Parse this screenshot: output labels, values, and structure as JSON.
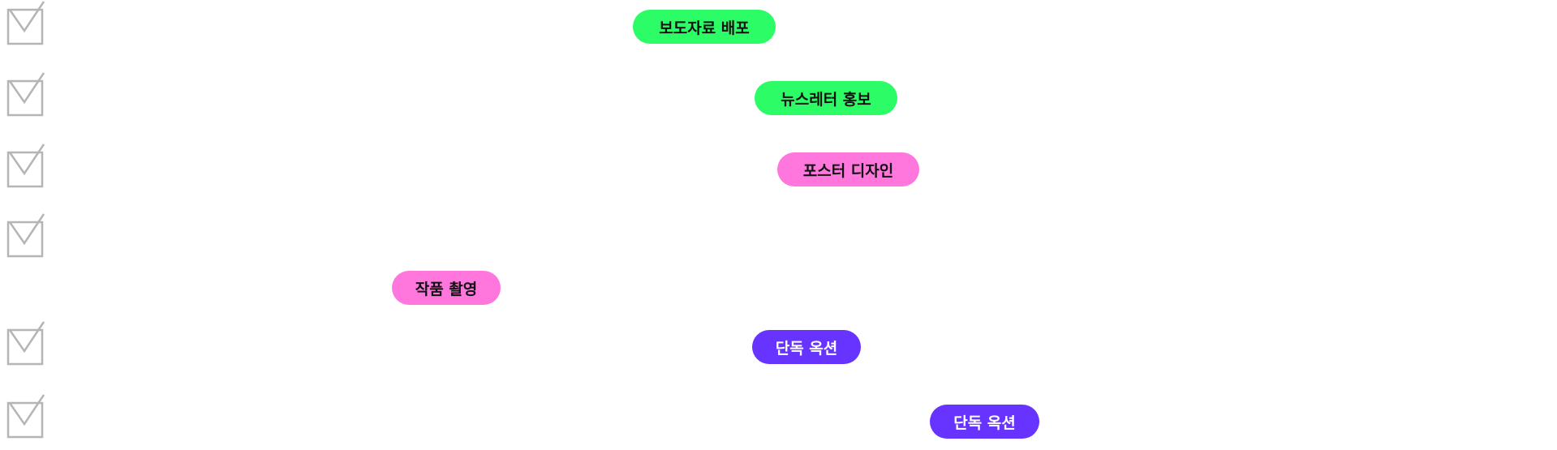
{
  "rows": [
    {
      "checked": true,
      "pill": {
        "label": "보도자료 배포",
        "color": "#2cfd66",
        "text_color": "#111111"
      }
    },
    {
      "checked": true,
      "pill": {
        "label": "뉴스레터 홍보",
        "color": "#2cfd66",
        "text_color": "#111111"
      }
    },
    {
      "checked": true,
      "pill": {
        "label": "포스터 디자인",
        "color": "#ff76dd",
        "text_color": "#111111"
      }
    },
    {
      "checked": true,
      "pill": null
    },
    {
      "checked": false,
      "pill": {
        "label": "작품 촬영",
        "color": "#ff76dd",
        "text_color": "#111111"
      }
    },
    {
      "checked": true,
      "pill": {
        "label": "단독 옥션",
        "color": "#6633ff",
        "text_color": "#ffffff"
      }
    },
    {
      "checked": true,
      "pill": {
        "label": "단독 옥션",
        "color": "#6633ff",
        "text_color": "#ffffff"
      }
    }
  ],
  "icons": {
    "checkbox": "checkbox-checked-icon"
  }
}
